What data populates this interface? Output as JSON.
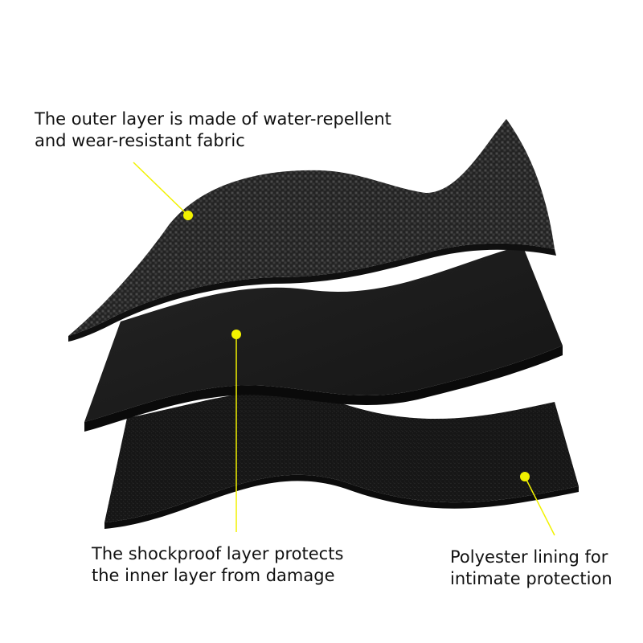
{
  "callouts": {
    "outer": {
      "line1": "The outer layer is made of water-repellent",
      "line2": "and wear-resistant fabric"
    },
    "middle": {
      "line1": "The shockproof layer protects",
      "line2": "the inner layer from damage"
    },
    "inner": {
      "line1": "Polyester lining for",
      "line2": "intimate protection"
    }
  },
  "colors": {
    "background": "#ffffff",
    "callout_marker": "#f2f200",
    "outer_fabric": "#2b2b2b",
    "shockproof_foam": "#1e1e1e",
    "lining": "#151515"
  }
}
